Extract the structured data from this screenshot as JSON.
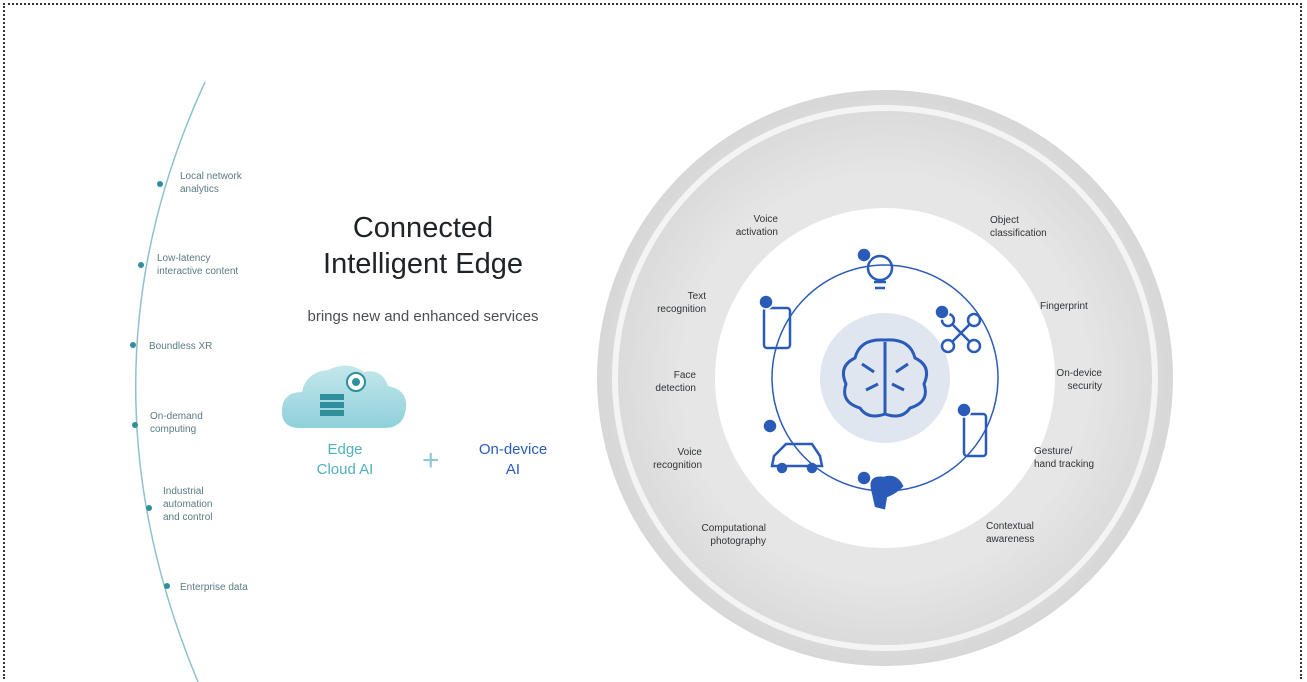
{
  "left_services": [
    "Local network\nanalytics",
    "Low-latency\ninteractive content",
    "Boundless XR",
    "On-demand\ncomputing",
    "Industrial\nautomation\nand control",
    "Enterprise data"
  ],
  "headline": {
    "line1": "Connected",
    "line2": "Intelligent Edge"
  },
  "subtitle": "brings new and enhanced services",
  "edge": {
    "line1": "Edge",
    "line2": "Cloud AI"
  },
  "plus": "+",
  "device": {
    "line1": "On-device",
    "line2": "AI"
  },
  "ring_left": [
    "Voice\nactivation",
    "Text\nrecognition",
    "Face\ndetection",
    "Voice\nrecognition",
    "Computational\nphotography"
  ],
  "ring_right": [
    "Object\nclassification",
    "Fingerprint",
    "On-device\nsecurity",
    "Gesture/\nhand tracking",
    "Contextual\nawareness"
  ],
  "icons": [
    "cloud-server-icon",
    "brain-icon",
    "light-bulb-icon",
    "drone-icon",
    "phone-icon",
    "hand-icon",
    "car-icon",
    "tablet-icon"
  ],
  "colors": {
    "teal": "#4fb0c0",
    "blue": "#2a5bb8",
    "ring": "#ececec"
  }
}
